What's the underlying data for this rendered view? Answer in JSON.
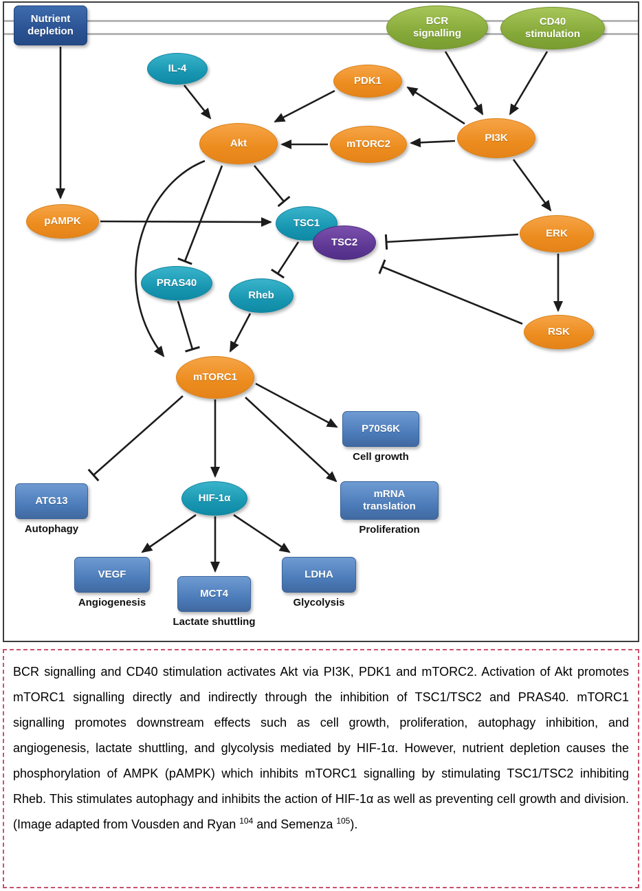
{
  "diagram": {
    "nodes": {
      "nutrient_depletion": "Nutrient depletion",
      "bcr_signalling": "BCR signalling",
      "cd40_stimulation": "CD40 stimulation",
      "il4": "IL-4",
      "pdk1": "PDK1",
      "akt": "Akt",
      "mtorc2": "mTORC2",
      "pi3k": "PI3K",
      "pampk": "pAMPK",
      "tsc1": "TSC1",
      "tsc2": "TSC2",
      "erk": "ERK",
      "pras40": "PRAS40",
      "rheb": "Rheb",
      "rsk": "RSK",
      "mtorc1": "mTORC1",
      "p70s6k": "P70S6K",
      "atg13": "ATG13",
      "hif1a": "HIF-1α",
      "mrna_translation": "mRNA translation",
      "vegf": "VEGF",
      "mct4": "MCT4",
      "ldha": "LDHA"
    },
    "process_labels": {
      "cell_growth": "Cell growth",
      "autophagy": "Autophagy",
      "proliferation": "Proliferation",
      "angiogenesis": "Angiogenesis",
      "lactate_shuttling": "Lactate shuttling",
      "glycolysis": "Glycolysis"
    },
    "edges": [
      {
        "from": "Nutrient depletion",
        "to": "pAMPK",
        "effect": "activates"
      },
      {
        "from": "BCR signalling",
        "to": "PI3K",
        "effect": "activates"
      },
      {
        "from": "CD40 stimulation",
        "to": "PI3K",
        "effect": "activates"
      },
      {
        "from": "IL-4",
        "to": "Akt",
        "effect": "activates"
      },
      {
        "from": "PI3K",
        "to": "PDK1",
        "effect": "activates"
      },
      {
        "from": "PDK1",
        "to": "Akt",
        "effect": "activates"
      },
      {
        "from": "PI3K",
        "to": "mTORC2",
        "effect": "activates"
      },
      {
        "from": "mTORC2",
        "to": "Akt",
        "effect": "activates"
      },
      {
        "from": "PI3K",
        "to": "ERK",
        "effect": "activates"
      },
      {
        "from": "ERK",
        "to": "RSK",
        "effect": "activates"
      },
      {
        "from": "Akt",
        "to": "TSC1",
        "effect": "inhibits"
      },
      {
        "from": "Akt",
        "to": "PRAS40",
        "effect": "inhibits"
      },
      {
        "from": "Akt",
        "to": "mTORC1",
        "effect": "activates"
      },
      {
        "from": "pAMPK",
        "to": "TSC1",
        "effect": "activates"
      },
      {
        "from": "TSC1/TSC2",
        "to": "Rheb",
        "effect": "inhibits"
      },
      {
        "from": "Rheb",
        "to": "mTORC1",
        "effect": "activates"
      },
      {
        "from": "PRAS40",
        "to": "mTORC1",
        "effect": "inhibits"
      },
      {
        "from": "ERK",
        "to": "TSC2",
        "effect": "inhibits"
      },
      {
        "from": "RSK",
        "to": "TSC2",
        "effect": "inhibits"
      },
      {
        "from": "mTORC1",
        "to": "ATG13",
        "effect": "inhibits"
      },
      {
        "from": "mTORC1",
        "to": "HIF-1α",
        "effect": "activates"
      },
      {
        "from": "mTORC1",
        "to": "P70S6K",
        "effect": "activates"
      },
      {
        "from": "mTORC1",
        "to": "mRNA translation",
        "effect": "activates"
      },
      {
        "from": "HIF-1α",
        "to": "VEGF",
        "effect": "activates"
      },
      {
        "from": "HIF-1α",
        "to": "MCT4",
        "effect": "activates"
      },
      {
        "from": "HIF-1α",
        "to": "LDHA",
        "effect": "activates"
      }
    ],
    "colors": {
      "orange": "#ec8c1e",
      "teal": "#1795b0",
      "green": "#84a838",
      "purple": "#5d3793",
      "blue": "#4a7ab8",
      "dark_blue": "#2a5191",
      "caption_border": "#c9516e"
    }
  },
  "caption": {
    "part1": "BCR signalling and CD40 stimulation activates Akt via PI3K, PDK1 and mTORC2.  Activation of Akt promotes mTORC1 signalling directly and indirectly through the inhibition of TSC1/TSC2 and PRAS40.  mTORC1 signalling promotes downstream effects such as cell growth, proliferation, autophagy inhibition, and angiogenesis, lactate shuttling, and glycolysis mediated by HIF-1α.  However, nutrient depletion causes the phosphorylation of AMPK (pAMPK) which inhibits mTORC1 signalling by stimulating TSC1/TSC2 inhibiting Rheb.  This stimulates autophagy and inhibits the action of HIF-1α as well as preventing cell growth and division.  (Image adapted from Vousden and Ryan ",
    "ref1": "104",
    "part2": " and Semenza ",
    "ref2": "105",
    "part3": ")."
  }
}
